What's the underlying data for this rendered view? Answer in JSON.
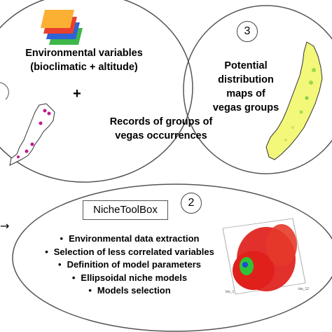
{
  "panel1": {
    "environmental_line1": "Environmental variables",
    "environmental_line2": "(bioclimatic + altitude)",
    "plus": "+",
    "records_line1": "Records of groups of",
    "records_line2": "vegas occurrences",
    "layers_icon": "stacked-raster-layers-icon",
    "layer_colors": [
      "#fbb033",
      "#e8402e",
      "#2f62d6",
      "#3fb64a"
    ],
    "occurrence_color": "#c2188f"
  },
  "panel2": {
    "number": "2",
    "tool_name": "NicheToolBox",
    "steps": [
      "Environmental data extraction",
      "Selection of less correlated variables",
      "Definition of model parameters",
      "Ellipsoidal niche models",
      "Models selection"
    ],
    "plot_colors": [
      "#e0201b",
      "#2ec43a",
      "#1f4ad8"
    ]
  },
  "panel3": {
    "number": "3",
    "potential_line1": "Potential",
    "potential_line2": "distribution",
    "potential_line3": "maps of",
    "potential_line4": "vegas groups",
    "map_fill": "#f3f77a"
  },
  "arrow": "→"
}
